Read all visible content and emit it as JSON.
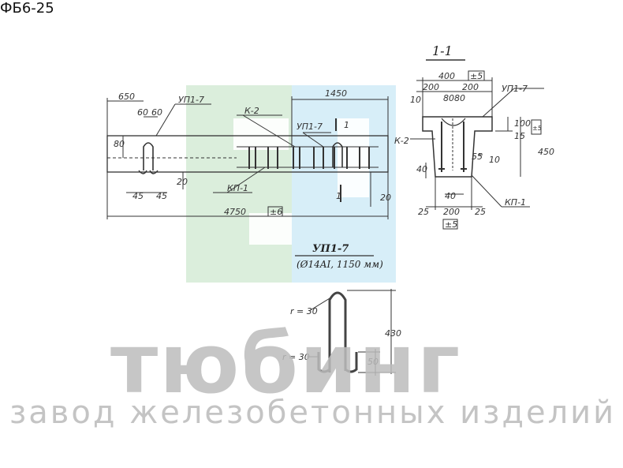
{
  "product_code": "ФБ6-25",
  "section": {
    "title": "1-1",
    "scale_note": "±5"
  },
  "watermark": {
    "brand": "тюбинг",
    "tagline": "завод железобетонных изделий"
  },
  "detail": {
    "title": "УП1-7",
    "subtitle": "(Ø14AI, 1150 мм)"
  },
  "side_labels": {
    "dim_650": "650",
    "dim_1450": "1450",
    "dim_4750": "4750",
    "dim_60a": "60",
    "dim_60b": "60",
    "dim_80": "80",
    "dim_20a": "20",
    "dim_20b": "20",
    "dim_45a": "45",
    "dim_45b": "45",
    "mark_up17": "УП1-7",
    "mark_up17b": "УП1-7",
    "mark_k2": "К-2",
    "mark_kp1": "КП-1",
    "cut_1a": "1",
    "cut_1b": "1",
    "box_6": "±6"
  },
  "section_labels": {
    "dim_400": "400",
    "dim_200a": "200",
    "dim_200b": "200",
    "dim_80a": "80",
    "dim_80b": "80",
    "dim_10a": "10",
    "dim_10b": "10",
    "dim_100": "100",
    "dim_15": "15",
    "dim_450": "450",
    "dim_55": "55",
    "dim_40a": "40",
    "dim_40b": "40",
    "dim_25a": "25",
    "dim_25b": "25",
    "dim_200c": "200",
    "mark_up17": "УП1-7",
    "mark_k2": "К-2",
    "mark_kp1": "КП-1",
    "box_5a": "±5",
    "box_5b": "±5",
    "box_5c": "±5"
  },
  "detail_labels": {
    "r1": "r = 30",
    "r2": "r = 30",
    "dim_430": "430",
    "dim_50": "50"
  }
}
